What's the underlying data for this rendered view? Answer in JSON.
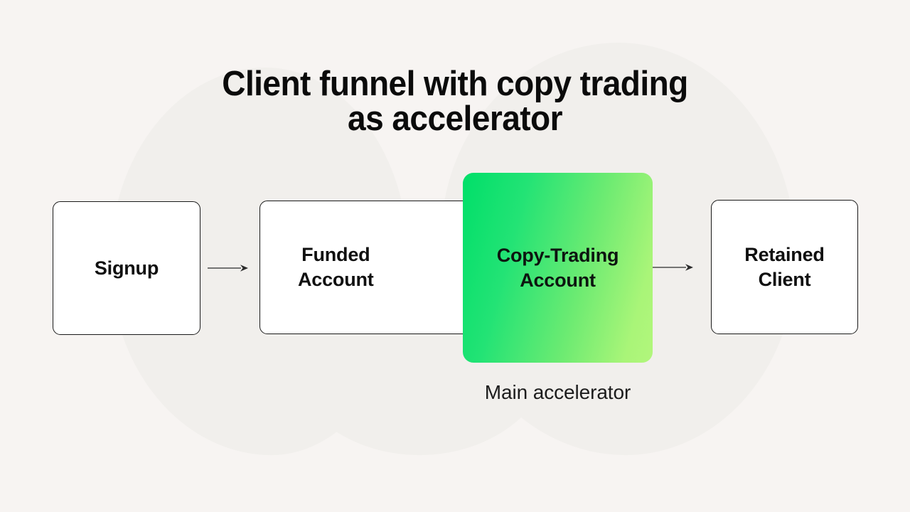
{
  "canvas": {
    "background_color": "#f7f4f2",
    "blob_color": "#f1efec"
  },
  "header": {
    "title": "Client funnel with copy trading\nas accelerator",
    "title_color": "#0b0b0b"
  },
  "diagram": {
    "type": "funnel-flow",
    "stages": [
      {
        "id": "signup",
        "label": "Signup",
        "style": "outlined",
        "fill": "#ffffff",
        "border_color": "#1a1a1a",
        "text_color": "#101010",
        "highlighted": false
      },
      {
        "id": "funded-account",
        "label": "Funded\nAccount",
        "style": "outlined",
        "fill": "#ffffff",
        "border_color": "#1a1a1a",
        "text_color": "#101010",
        "highlighted": false
      },
      {
        "id": "copy-trading-account",
        "label": "Copy-Trading\nAccount",
        "style": "gradient-card",
        "gradient_from": "#00df69",
        "gradient_to": "#b2f67c",
        "text_color": "#0d1510",
        "highlighted": true,
        "caption": "Main accelerator"
      },
      {
        "id": "retained-client",
        "label": "Retained\nClient",
        "style": "outlined",
        "fill": "#ffffff",
        "border_color": "#1a1a1a",
        "text_color": "#101010",
        "highlighted": false
      }
    ],
    "connectors": [
      {
        "id": "signup-to-funded",
        "from": "signup",
        "to": "funded-account",
        "kind": "arrow-right",
        "color": "#2b2b2b"
      },
      {
        "id": "accel-to-retained",
        "from": "copy-trading-account",
        "to": "retained-client",
        "kind": "arrow-right",
        "color": "#2b2b2b"
      }
    ],
    "caption": "Main accelerator",
    "caption_color": "#1c1c1c"
  }
}
